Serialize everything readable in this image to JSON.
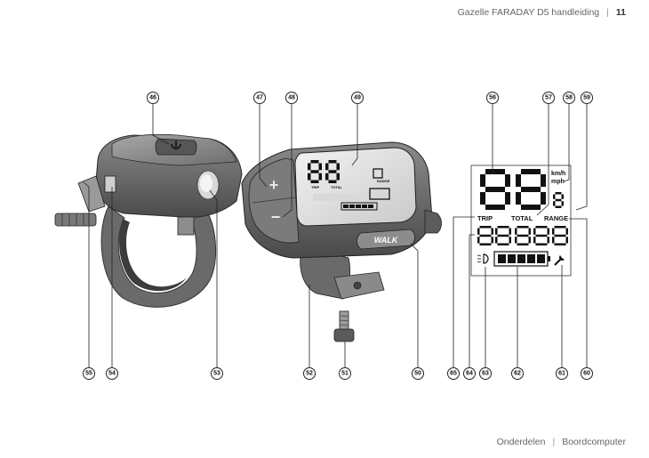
{
  "header": {
    "title": "Gazelle FARADAY D5 handleiding",
    "separator": "|",
    "page_number": "11"
  },
  "footer": {
    "section": "Onderdelen",
    "separator": "|",
    "subsection": "Boordcomputer"
  },
  "display_labels": {
    "unit_kmh": "km/h",
    "unit_mph": "mph",
    "trip": "TRIP",
    "total": "TOTAL",
    "range": "RANGE",
    "small_digit": "8",
    "device_trip": "TRIP",
    "device_total": "TOTAL",
    "device_range": "RANGE"
  },
  "button_labels": {
    "walk": "WALK",
    "plus": "+",
    "minus": "−"
  },
  "callouts": {
    "c46": "46",
    "c47": "47",
    "c48": "48",
    "c49": "49",
    "c50": "50",
    "c51": "51",
    "c52": "52",
    "c53": "53",
    "c54": "54",
    "c55": "55",
    "c56": "56",
    "c57": "57",
    "c58": "58",
    "c59": "59",
    "c60": "60",
    "c61": "61",
    "c62": "62",
    "c63": "63",
    "c64": "64",
    "c65": "65"
  },
  "icons": [
    "power-icon",
    "headlight-icon",
    "wrench-icon",
    "battery-gauge-icon"
  ]
}
